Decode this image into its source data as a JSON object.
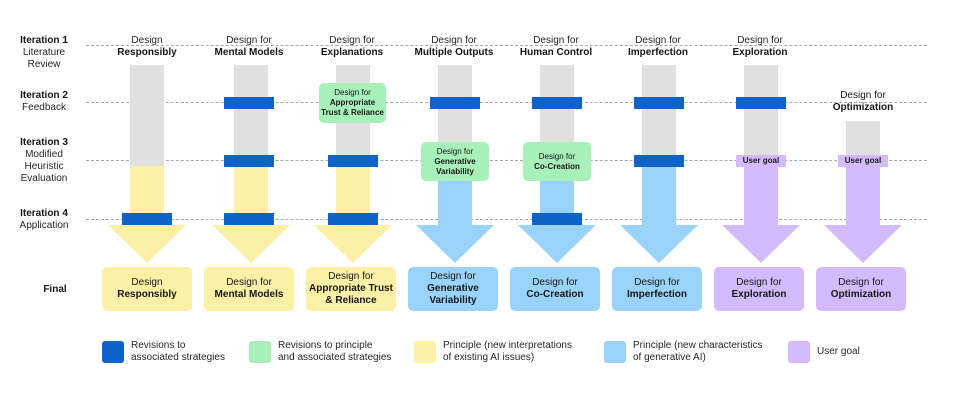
{
  "iterations": [
    {
      "title": "Iteration 1",
      "lines": [
        "Literature",
        "Review"
      ]
    },
    {
      "title": "Iteration 2",
      "lines": [
        "Feedback"
      ]
    },
    {
      "title": "Iteration 3",
      "lines": [
        "Modified",
        "Heuristic",
        "Evaluation"
      ]
    },
    {
      "title": "Iteration 4",
      "lines": [
        "Application"
      ]
    }
  ],
  "final_label": "Final",
  "columns": [
    {
      "head_pre": "Design",
      "head_main": "Responsibly",
      "final_pre": "Design",
      "final_main": "Responsibly"
    },
    {
      "head_pre": "Design for",
      "head_main": "Mental Models",
      "final_pre": "Design for",
      "final_main": "Mental Models"
    },
    {
      "head_pre": "Design for",
      "head_main": "Explanations",
      "final_pre": "Design for",
      "final_main": "Appropriate Trust & Reliance"
    },
    {
      "head_pre": "Design for",
      "head_main": "Multiple Outputs",
      "final_pre": "Design for",
      "final_main": "Generative Variability"
    },
    {
      "head_pre": "Design for",
      "head_main": "Human Control",
      "final_pre": "Design for",
      "final_main": "Co-Creation"
    },
    {
      "head_pre": "Design for",
      "head_main": "Imperfection",
      "final_pre": "Design for",
      "final_main": "Imperfection"
    },
    {
      "head_pre": "Design for",
      "head_main": "Exploration",
      "final_pre": "Design for",
      "final_main": "Exploration"
    },
    {
      "head_pre": "Design for",
      "head_main": "Optimization",
      "final_pre": "Design for",
      "final_main": "Optimization"
    }
  ],
  "green_boxes": [
    {
      "pre": "Design for",
      "main": "Appropriate Trust & Reliance"
    },
    {
      "pre": "Design for",
      "main": "Generative Variability"
    },
    {
      "pre": "Design for",
      "main": "Co-Creation"
    }
  ],
  "user_goal_label": "User goal",
  "colors": {
    "revision": "#0f62c8",
    "green": "#a7f0ba",
    "yellow": "#fbf0a5",
    "blue": "#99d3fa",
    "purple": "#d4bbff",
    "gray": "#e0e0e0"
  },
  "legend": [
    {
      "color": "#0f62c8",
      "text": "Revisions to\nassociated strategies"
    },
    {
      "color": "#a7f0ba",
      "text": "Revisions to principle\nand associated strategies"
    },
    {
      "color": "#fbf0a5",
      "text": "Principle (new interpretations\nof existing AI issues)"
    },
    {
      "color": "#99d3fa",
      "text": "Principle (new characteristics\nof generative AI)"
    },
    {
      "color": "#d4bbff",
      "text": "User goal"
    }
  ]
}
